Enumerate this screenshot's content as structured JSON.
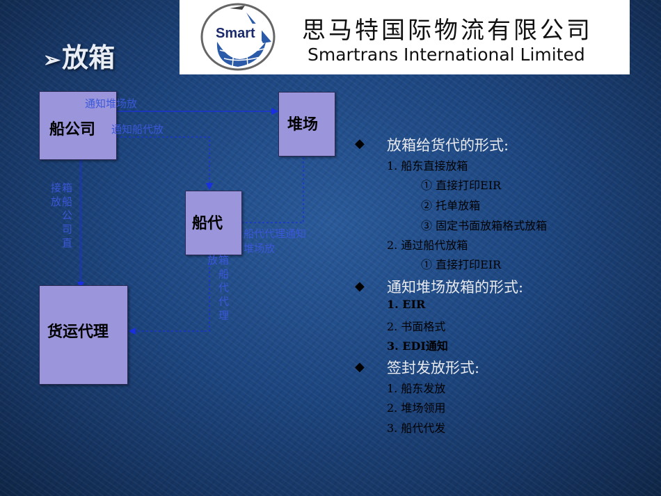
{
  "slide": {
    "title": "放箱",
    "title_bullet": "➢"
  },
  "logo": {
    "badge_text": "Smart",
    "company_cn": "思马特国际物流有限公司",
    "company_en": "Smartrans International Limited"
  },
  "diagram": {
    "nodes": {
      "shipping_company": "船公司",
      "yard": "堆场",
      "ship_agent": "船代",
      "freight_forwarder": "货运代理"
    },
    "edges": {
      "notify_yard_release": "通知堆场放",
      "notify_agent_release": "通知船代放",
      "shipping_direct_release": "箱 船 公 司 直 接 放",
      "agent_notify_yard": "船代代理通知",
      "agent_yard_release": "堆场放",
      "agent_release": "箱 船 代 代 理 放"
    }
  },
  "list": {
    "sections": [
      {
        "heading": "放箱给货代的形式:",
        "items": [
          {
            "text": "1.  船东直接放箱",
            "level": 1
          },
          {
            "text": "①  直接打印EIR",
            "level": 2
          },
          {
            "text": "②  托单放箱",
            "level": 2
          },
          {
            "text": "③  固定书面放箱格式放箱",
            "level": 2
          },
          {
            "text": "2.  通过船代放箱",
            "level": 1
          },
          {
            "text": "①  直接打印EIR",
            "level": 2
          }
        ]
      },
      {
        "heading": "通知堆场放箱的形式:",
        "items": [
          {
            "text": "1.  EIR",
            "level": 1
          },
          {
            "text": "2.  书面格式",
            "level": 1
          },
          {
            "text": "3.  EDI通知",
            "level": 1
          }
        ]
      },
      {
        "heading": "签封发放形式:",
        "items": [
          {
            "text": "1.  船东发放",
            "level": 1
          },
          {
            "text": "2.  堆场领用",
            "level": 1
          },
          {
            "text": "3.  船代代发",
            "level": 1
          }
        ]
      }
    ]
  }
}
